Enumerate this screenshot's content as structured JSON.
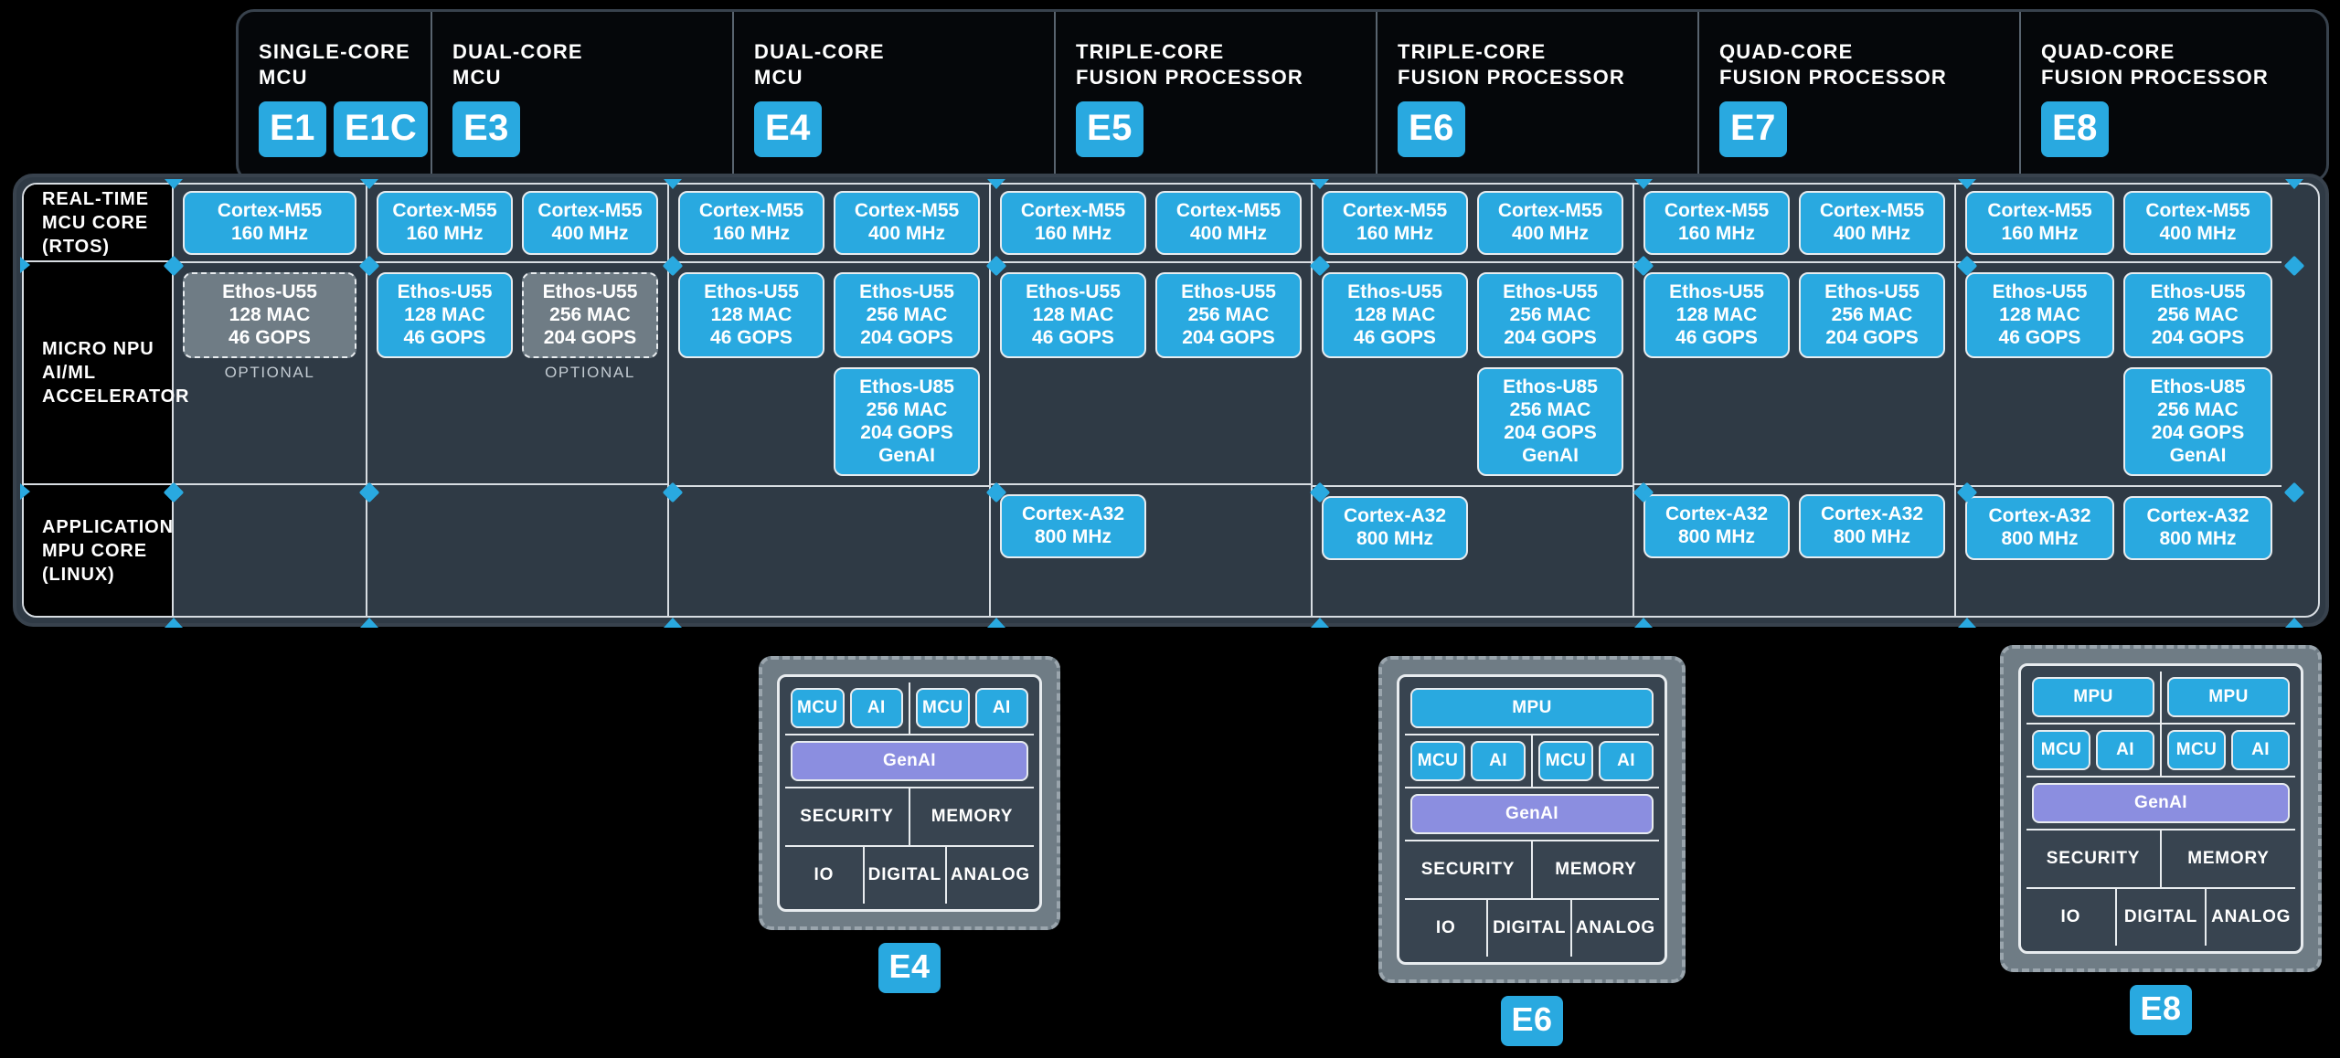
{
  "colors": {
    "accent_blue": "#29a9e0",
    "genai_purple": "#8b8ee0",
    "panel_slate": "#2f3a45",
    "optional_grey": "#6f7c85",
    "outline": "#e8ecef",
    "background": "#000000"
  },
  "header": {
    "columns": [
      {
        "title": "Single-Core\nMCU",
        "badges": [
          "E1",
          "E1C"
        ]
      },
      {
        "title": "Dual-Core\nMCU",
        "badges": [
          "E3"
        ]
      },
      {
        "title": "Dual-Core\nMCU",
        "badges": [
          "E4"
        ]
      },
      {
        "title": "Triple-Core\nFusion Processor",
        "badges": [
          "E5"
        ]
      },
      {
        "title": "Triple-Core\nFusion Processor",
        "badges": [
          "E6"
        ]
      },
      {
        "title": "Quad-Core\nFusion Processor",
        "badges": [
          "E7"
        ]
      },
      {
        "title": "Quad-Core\nFusion Processor",
        "badges": [
          "E8"
        ]
      }
    ]
  },
  "matrix": {
    "row_labels": [
      "Real-Time\nMCU Core (RTOS)",
      "Micro NPU AI/ML\nAccelerator",
      "Application\nMPU Core (Linux)"
    ],
    "optional_note": "OPTIONAL",
    "columns": [
      {
        "id": "E1",
        "mcu": [
          {
            "text": "Cortex-M55\n160 MHz",
            "optional": false
          }
        ],
        "npu": [
          {
            "text": "Ethos-U55\n128 MAC\n46 GOPS",
            "optional": true
          }
        ],
        "mpu": []
      },
      {
        "id": "E3",
        "mcu": [
          {
            "text": "Cortex-M55\n160 MHz",
            "optional": false
          },
          {
            "text": "Cortex-M55\n400 MHz",
            "optional": false
          }
        ],
        "npu": [
          {
            "text": "Ethos-U55\n128 MAC\n46 GOPS",
            "optional": false
          },
          {
            "text": "Ethos-U55\n256 MAC\n204 GOPS",
            "optional": true
          }
        ],
        "mpu": []
      },
      {
        "id": "E4",
        "mcu": [
          {
            "text": "Cortex-M55\n160 MHz",
            "optional": false
          },
          {
            "text": "Cortex-M55\n400 MHz",
            "optional": false
          }
        ],
        "npu": [
          {
            "text": "Ethos-U55\n128 MAC\n46 GOPS",
            "optional": false
          },
          {
            "text": "Ethos-U55\n256 MAC\n204 GOPS",
            "optional": false
          },
          {
            "text": "Ethos-U85\n256 MAC\n204 GOPS\nGenAI",
            "optional": false,
            "slot": 2
          }
        ],
        "mpu": []
      },
      {
        "id": "E5",
        "mcu": [
          {
            "text": "Cortex-M55\n160 MHz",
            "optional": false
          },
          {
            "text": "Cortex-M55\n400 MHz",
            "optional": false
          }
        ],
        "npu": [
          {
            "text": "Ethos-U55\n128 MAC\n46 GOPS",
            "optional": false
          },
          {
            "text": "Ethos-U55\n256 MAC\n204 GOPS",
            "optional": false
          }
        ],
        "mpu": [
          {
            "text": "Cortex-A32\n800 MHz",
            "optional": false
          }
        ]
      },
      {
        "id": "E6",
        "mcu": [
          {
            "text": "Cortex-M55\n160 MHz",
            "optional": false
          },
          {
            "text": "Cortex-M55\n400 MHz",
            "optional": false
          }
        ],
        "npu": [
          {
            "text": "Ethos-U55\n128 MAC\n46 GOPS",
            "optional": false
          },
          {
            "text": "Ethos-U55\n256 MAC\n204 GOPS",
            "optional": false
          },
          {
            "text": "Ethos-U85\n256 MAC\n204 GOPS\nGenAI",
            "optional": false,
            "slot": 2
          }
        ],
        "mpu": [
          {
            "text": "Cortex-A32\n800 MHz",
            "optional": false
          }
        ]
      },
      {
        "id": "E7",
        "mcu": [
          {
            "text": "Cortex-M55\n160 MHz",
            "optional": false
          },
          {
            "text": "Cortex-M55\n400 MHz",
            "optional": false
          }
        ],
        "npu": [
          {
            "text": "Ethos-U55\n128 MAC\n46 GOPS",
            "optional": false
          },
          {
            "text": "Ethos-U55\n256 MAC\n204 GOPS",
            "optional": false
          }
        ],
        "mpu": [
          {
            "text": "Cortex-A32\n800 MHz",
            "optional": false
          },
          {
            "text": "Cortex-A32\n800 MHz",
            "optional": false
          }
        ]
      },
      {
        "id": "E8",
        "mcu": [
          {
            "text": "Cortex-M55\n160 MHz",
            "optional": false
          },
          {
            "text": "Cortex-M55\n400 MHz",
            "optional": false
          }
        ],
        "npu": [
          {
            "text": "Ethos-U55\n128 MAC\n46 GOPS",
            "optional": false
          },
          {
            "text": "Ethos-U55\n256 MAC\n204 GOPS",
            "optional": false
          },
          {
            "text": "Ethos-U85\n256 MAC\n204 GOPS\nGenAI",
            "optional": false,
            "slot": 2
          }
        ],
        "mpu": [
          {
            "text": "Cortex-A32\n800 MHz",
            "optional": false
          },
          {
            "text": "Cortex-A32\n800 MHz",
            "optional": false
          }
        ]
      }
    ]
  },
  "dies": [
    {
      "label": "E4",
      "mpu_row": [],
      "cluster_row": [
        "MCU",
        "AI",
        "MCU",
        "AI"
      ],
      "genai": "GenAI",
      "mid_row": [
        "SECURITY",
        "MEMORY"
      ],
      "bottom_row": [
        "IO",
        "DIGITAL",
        "ANALOG"
      ]
    },
    {
      "label": "E6",
      "mpu_row": [
        "MPU"
      ],
      "cluster_row": [
        "MCU",
        "AI",
        "MCU",
        "AI"
      ],
      "genai": "GenAI",
      "mid_row": [
        "SECURITY",
        "MEMORY"
      ],
      "bottom_row": [
        "IO",
        "DIGITAL",
        "ANALOG"
      ]
    },
    {
      "label": "E8",
      "mpu_row": [
        "MPU",
        "MPU"
      ],
      "cluster_row": [
        "MCU",
        "AI",
        "MCU",
        "AI"
      ],
      "genai": "GenAI",
      "mid_row": [
        "SECURITY",
        "MEMORY"
      ],
      "bottom_row": [
        "IO",
        "DIGITAL",
        "ANALOG"
      ]
    }
  ]
}
